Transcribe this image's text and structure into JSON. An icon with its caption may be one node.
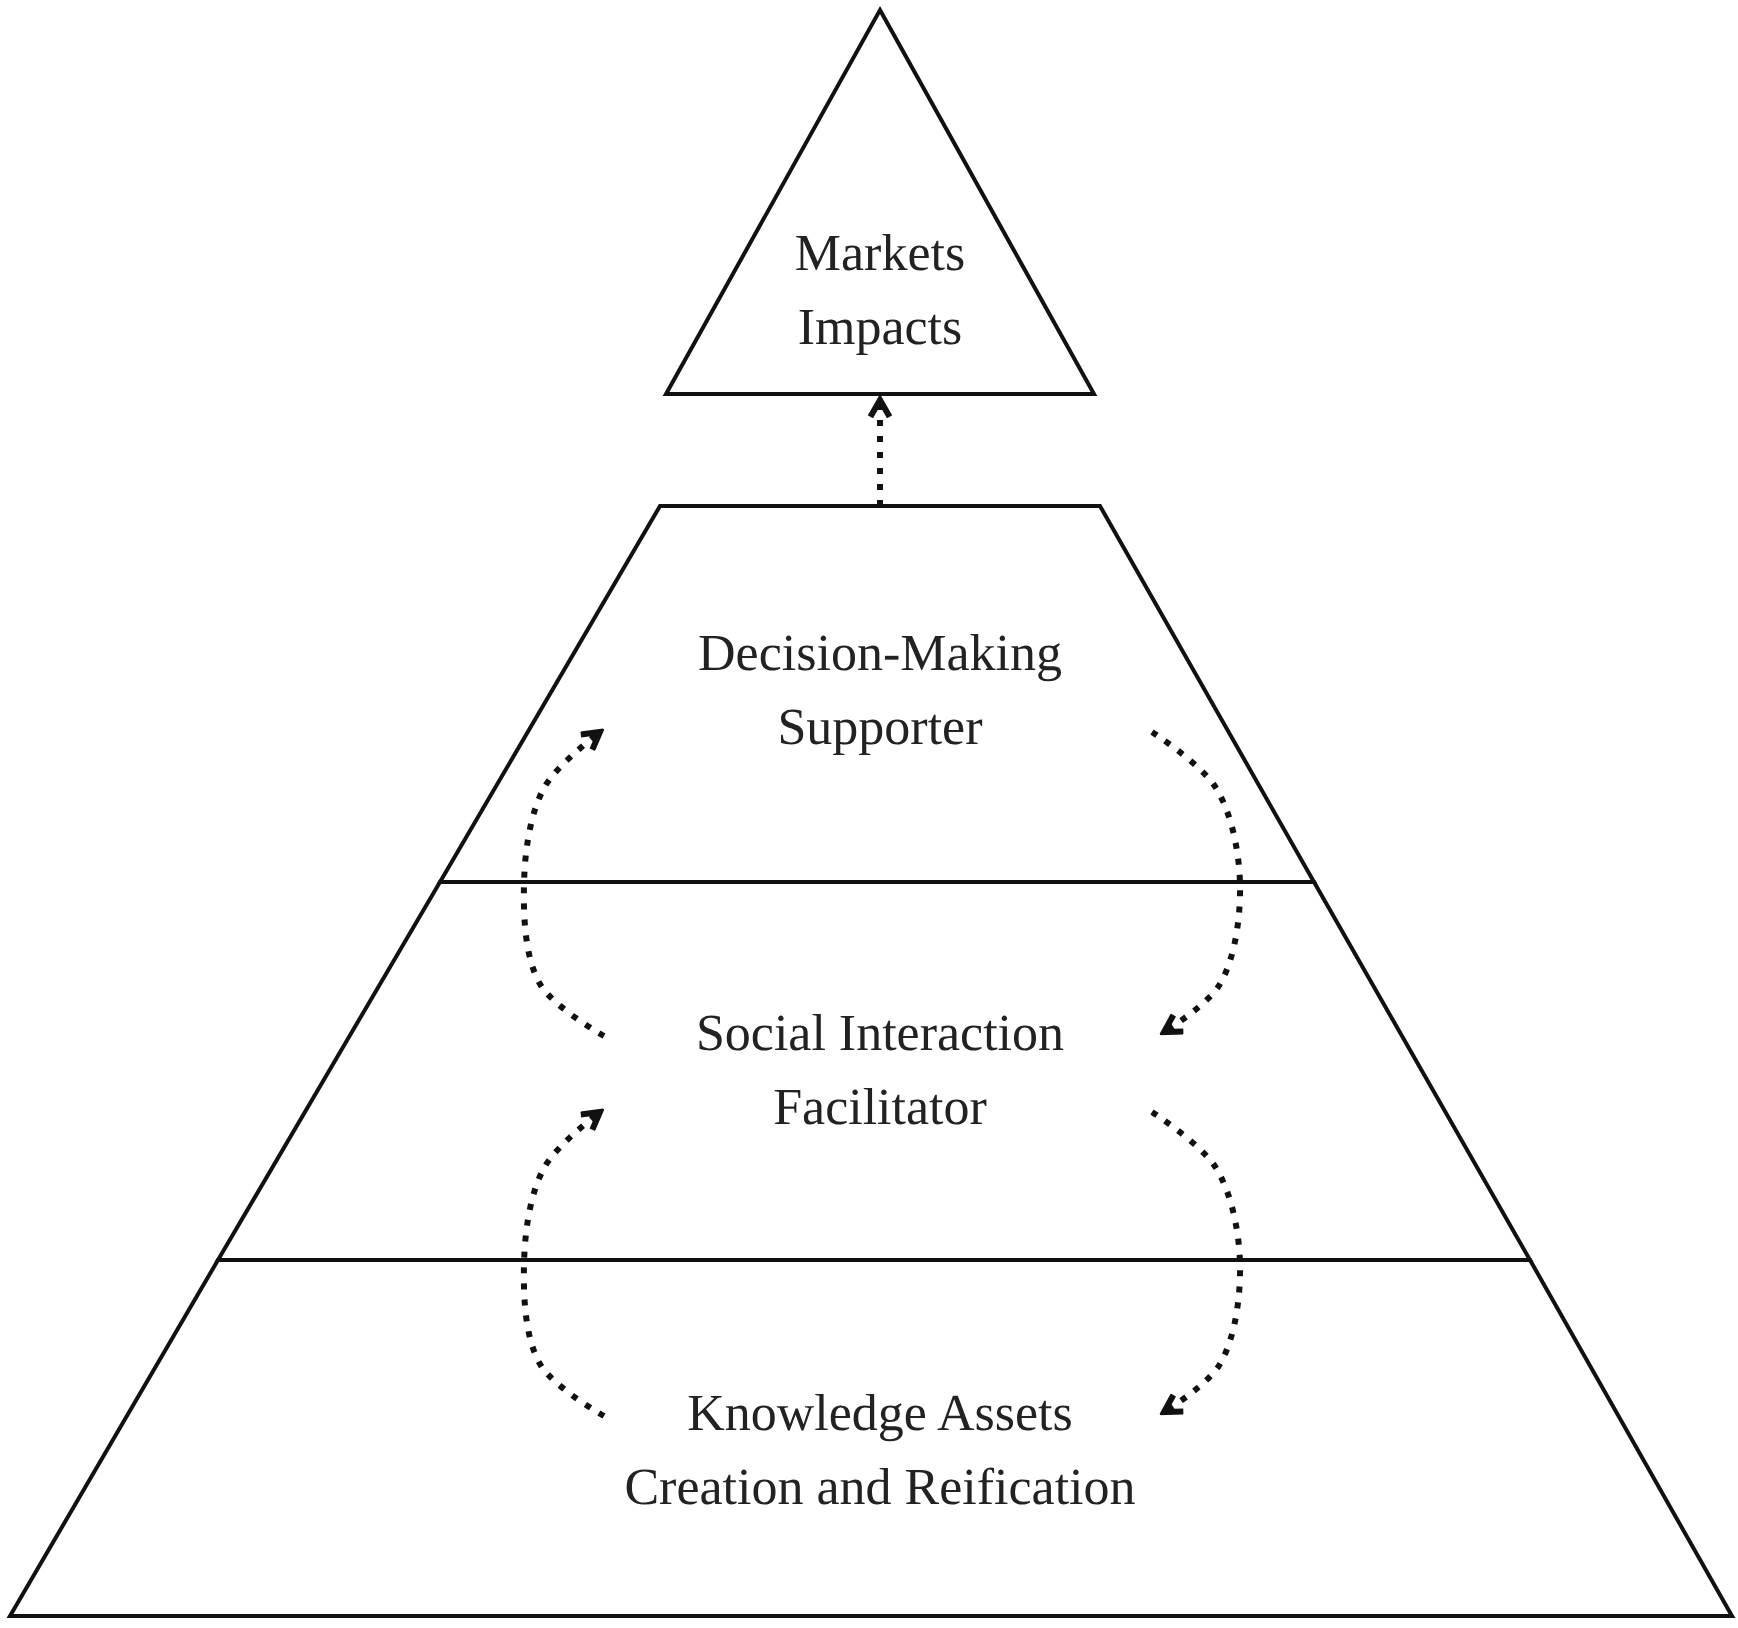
{
  "diagram": {
    "nodes": [
      {
        "text": [
          "Markets Impacts"
        ]
      },
      {
        "text": [
          "Decision-Making Supporter"
        ]
      },
      {
        "text": [
          "Social Interaction Facilitator"
        ]
      },
      {
        "text": [
          "Knowledge Assets Creation and Reification"
        ]
      }
    ],
    "edges": [
      {
        "from": 1,
        "to": 0,
        "arrow": "to",
        "style": "dashed"
      },
      {
        "from": 2,
        "to": 1,
        "arrow": "to",
        "style": "dashed"
      },
      {
        "from": 1,
        "to": 2,
        "arrow": "to",
        "style": "dashed"
      },
      {
        "from": 3,
        "to": 2,
        "arrow": "to",
        "style": "dashed"
      },
      {
        "from": 2,
        "to": 3,
        "arrow": "to",
        "style": "dashed"
      }
    ]
  }
}
